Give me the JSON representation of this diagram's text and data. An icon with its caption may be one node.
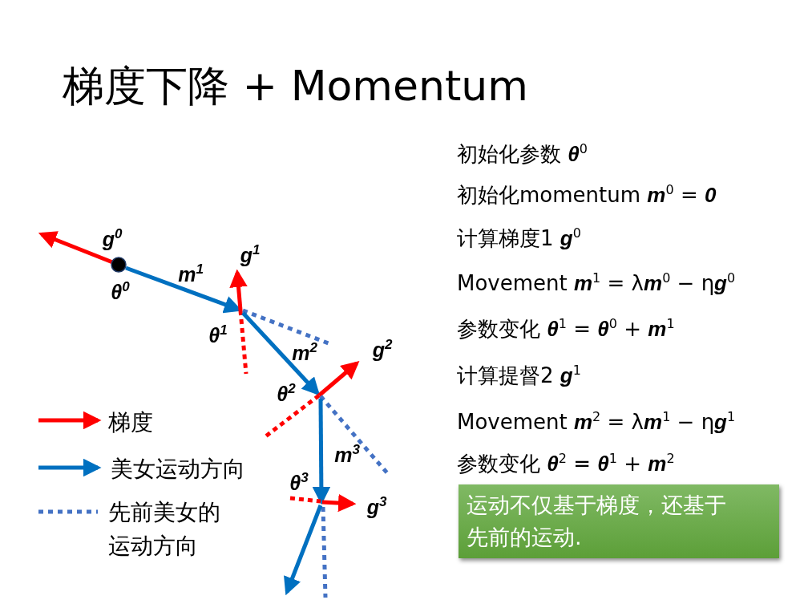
{
  "diagram": {
    "title": "梯度下降 + Momentum",
    "nodes": [
      {
        "text": [
          "运动不仅基于梯度，还基于先前的运动."
        ]
      }
    ],
    "labels": [
      "g$^{0}$",
      "θ$^{0}$",
      "m$^{1}$",
      "g$^{1}$",
      "θ$^{1}$",
      "m$^{2}$",
      "g$^{2}$",
      "θ$^{2}$",
      "m$^{3}$",
      "θ$^{3}$",
      "g$^{3}$",
      "初始化参数 **θ**$^{0}$",
      "初始化momentum **m**$^{0}$ = **0**",
      "计算梯度1 **g**$^{0}$",
      "Movement **m**$^{1}$ = λ**m**$^{0}$ − η**g**$^{0}$",
      "参数变化 **θ**$^{1}$ = **θ**$^{0}$ + **m**$^{1}$",
      "计算提督2 **g**$^{1}$",
      "Movement **m**$^{2}$ = λ**m**$^{1}$ − η**g**$^{1}$",
      "参数变化 **θ**$^{2}$ = **θ**$^{1}$ + **m**$^{2}$"
    ],
    "legend": [
      {
        "text": "梯度"
      },
      {
        "text": "美女运动方向"
      },
      {
        "text": "先前美女的运动方向"
      }
    ]
  }
}
